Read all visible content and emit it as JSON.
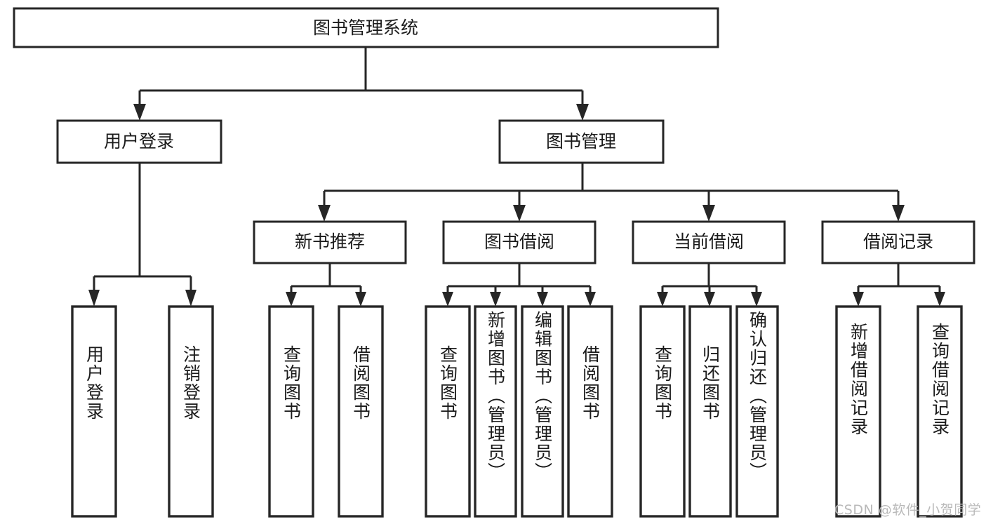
{
  "diagram": {
    "title": "图书管理系统",
    "type": "tree-hierarchy",
    "watermark": "CSDN @软件_小贺同学",
    "colors": {
      "stroke": "#262626",
      "fill": "#ffffff",
      "text": "#1a1a1a",
      "watermark": "#b9b9b9"
    },
    "root": {
      "label": "图书管理系统"
    },
    "level2": [
      {
        "label": "用户登录"
      },
      {
        "label": "图书管理"
      }
    ],
    "level3": [
      {
        "label": "新书推荐"
      },
      {
        "label": "图书借阅"
      },
      {
        "label": "当前借阅"
      },
      {
        "label": "借阅记录"
      }
    ],
    "leaves": {
      "user_login": [
        {
          "label": "用户登录"
        },
        {
          "label": "注销登录"
        }
      ],
      "new_book_recommend": [
        {
          "label": "查询图书"
        },
        {
          "label": "借阅图书"
        }
      ],
      "book_borrow": [
        {
          "label": "查询图书"
        },
        {
          "label": "新增图书（管理员）"
        },
        {
          "label": "编辑图书（管理员）"
        },
        {
          "label": "借阅图书"
        }
      ],
      "current_borrow": [
        {
          "label": "查询图书"
        },
        {
          "label": "归还图书"
        },
        {
          "label": "确认归还（管理员）"
        }
      ],
      "borrow_record": [
        {
          "label": "新增借阅记录"
        },
        {
          "label": "查询借阅记录"
        }
      ]
    }
  }
}
